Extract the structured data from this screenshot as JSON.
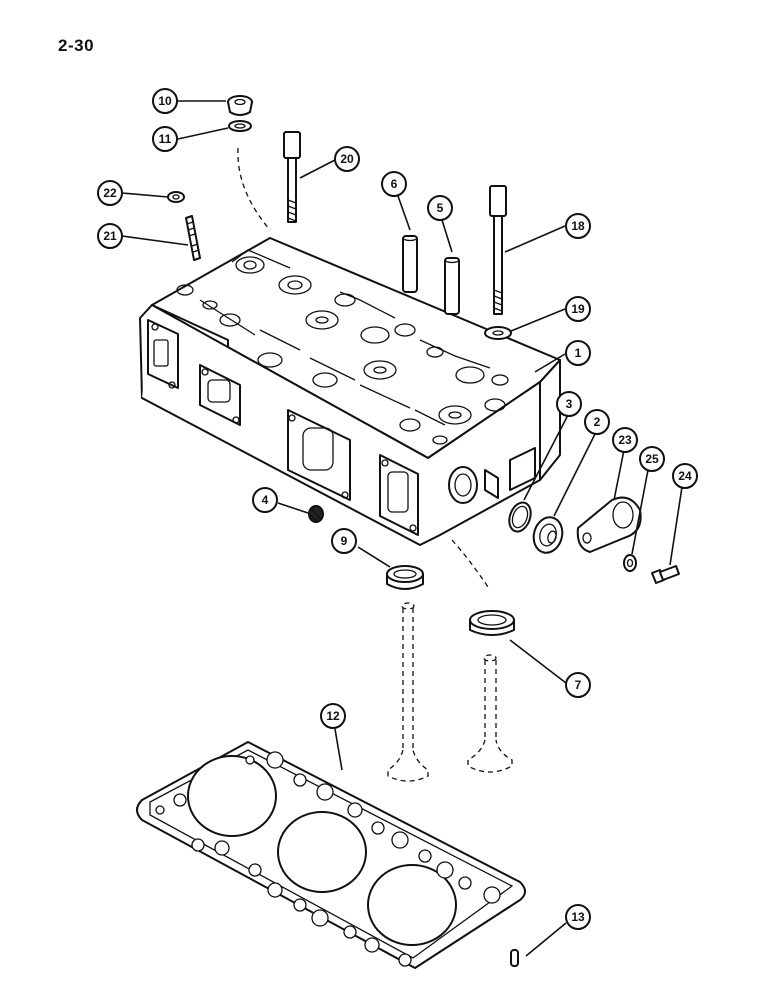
{
  "page_number": "2-30",
  "callouts": [
    {
      "label": "10",
      "part": "plug"
    },
    {
      "label": "11",
      "part": "washer"
    },
    {
      "label": "20",
      "part": "bolt"
    },
    {
      "label": "22",
      "part": "nut"
    },
    {
      "label": "21",
      "part": "stud"
    },
    {
      "label": "6",
      "part": "valve-guide"
    },
    {
      "label": "5",
      "part": "valve-guide"
    },
    {
      "label": "18",
      "part": "bolt"
    },
    {
      "label": "19",
      "part": "washer"
    },
    {
      "label": "1",
      "part": "cylinder-head"
    },
    {
      "label": "3",
      "part": "o-ring"
    },
    {
      "label": "2",
      "part": "plug"
    },
    {
      "label": "23",
      "part": "bracket"
    },
    {
      "label": "25",
      "part": "washer"
    },
    {
      "label": "24",
      "part": "bolt"
    },
    {
      "label": "4",
      "part": "plug"
    },
    {
      "label": "9",
      "part": "valve-seat-insert"
    },
    {
      "label": "7",
      "part": "valve-seat-insert"
    },
    {
      "label": "12",
      "part": "head-gasket"
    },
    {
      "label": "13",
      "part": "dowel-pin"
    }
  ]
}
